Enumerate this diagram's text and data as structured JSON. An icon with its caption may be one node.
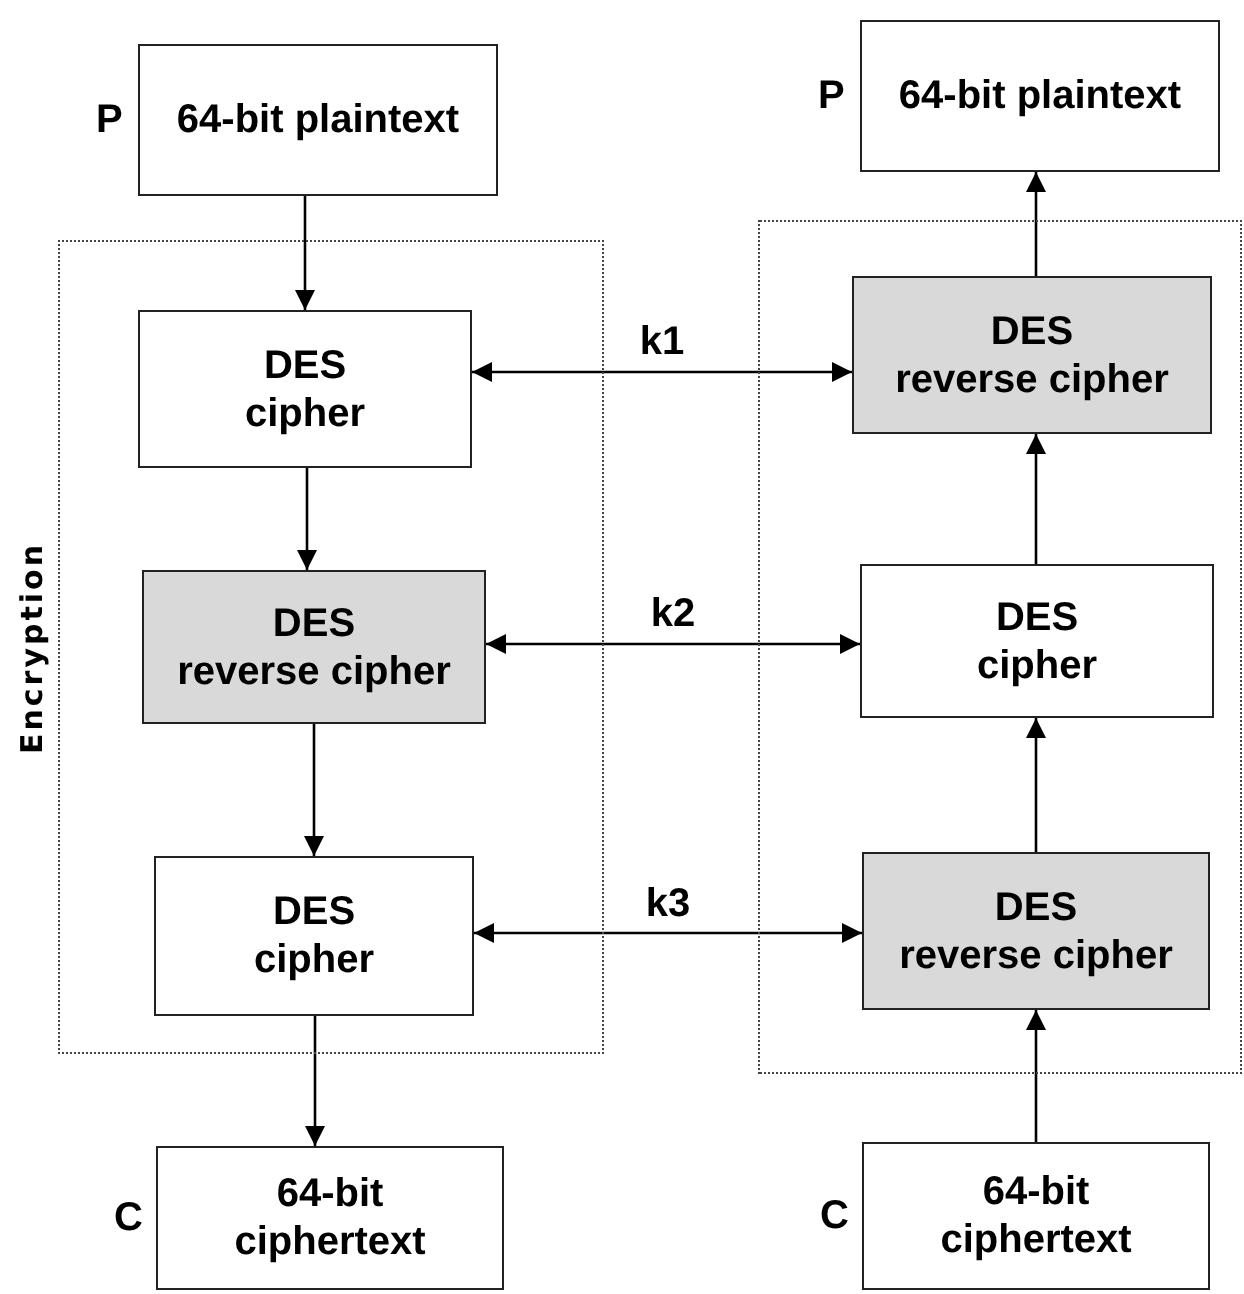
{
  "diagram": {
    "nodes": [
      {
        "text": [
          "Encryption"
        ]
      },
      {
        "text": [
          "64-bit plaintext"
        ],
        "beside": [
          "P"
        ]
      },
      {
        "text": [
          "DES",
          "cipher"
        ],
        "in": 0
      },
      {
        "text": [
          "DES",
          "reverse cipher"
        ],
        "in": 0
      },
      {
        "text": [
          "DES",
          "cipher"
        ],
        "in": 0
      },
      {
        "text": [
          "64-bit ciphertext"
        ],
        "beside": [
          "C"
        ]
      },
      {
        "text": [],
        "shape": "box"
      },
      {
        "text": [
          "64-bit plaintext"
        ],
        "beside": [
          "P"
        ]
      },
      {
        "text": [
          "DES",
          "reverse cipher"
        ],
        "in": 6
      },
      {
        "text": [
          "DES",
          "cipher"
        ],
        "in": 6
      },
      {
        "text": [
          "DES",
          "reverse cipher"
        ],
        "in": 6
      },
      {
        "text": [
          "64-bit ciphertext"
        ],
        "beside": [
          "C"
        ]
      }
    ],
    "edges": [
      {
        "from": 1,
        "to": 2,
        "arrow": "to"
      },
      {
        "from": 2,
        "to": 3,
        "arrow": "to"
      },
      {
        "from": 3,
        "to": 4,
        "arrow": "to"
      },
      {
        "from": 4,
        "to": 5,
        "arrow": "to"
      },
      {
        "from": 11,
        "to": 10,
        "arrow": "to"
      },
      {
        "from": 10,
        "to": 9,
        "arrow": "to"
      },
      {
        "from": 9,
        "to": 8,
        "arrow": "to"
      },
      {
        "from": 8,
        "to": 7,
        "arrow": "to"
      },
      {
        "from": 2,
        "to": 8,
        "arrow": "both",
        "label": "k1"
      },
      {
        "from": 3,
        "to": 9,
        "arrow": "both",
        "label": "k2"
      },
      {
        "from": 4,
        "to": 10,
        "arrow": "both",
        "label": "k3"
      }
    ]
  }
}
